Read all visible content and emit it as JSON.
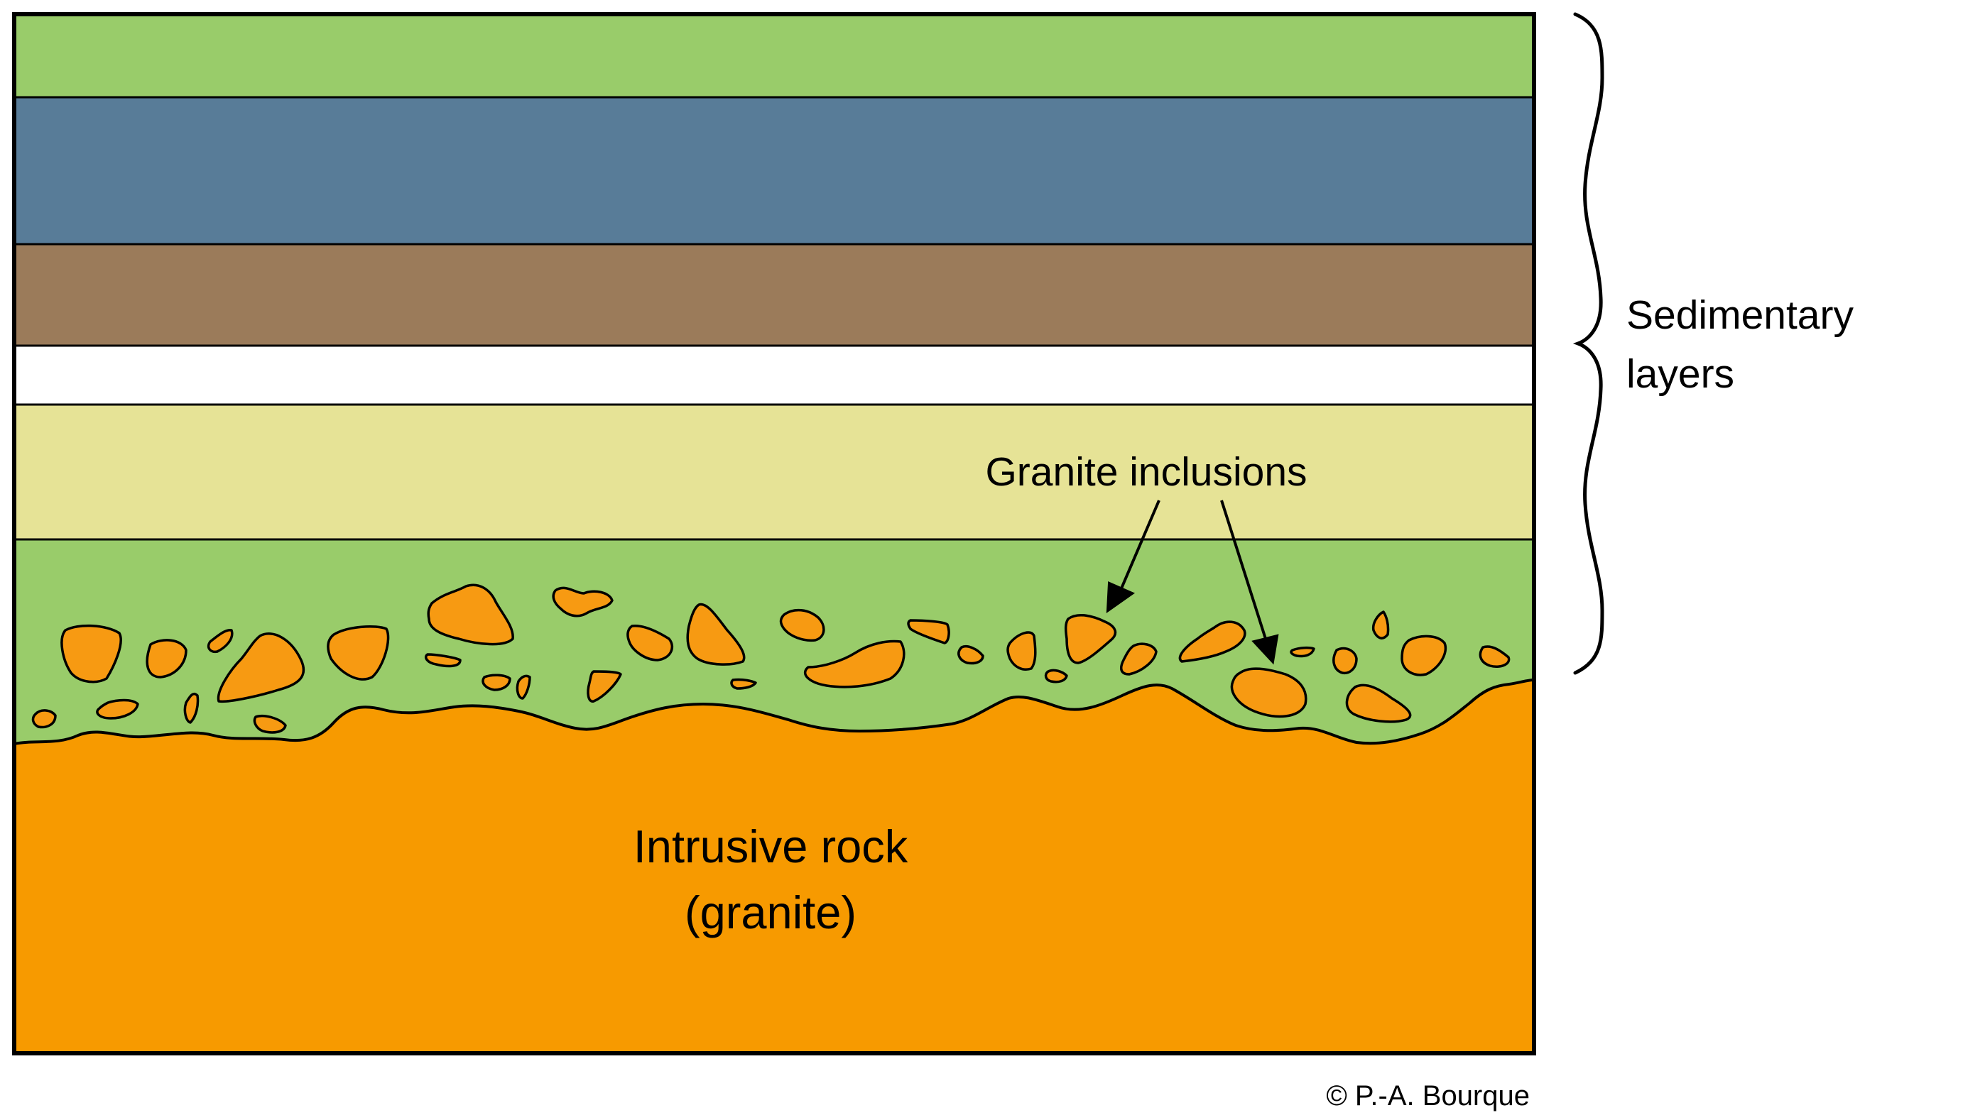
{
  "title": "Granite inclusions in sedimentary layers",
  "colors": {
    "green": "#99cc6a",
    "blue": "#587c98",
    "brown": "#9b7b5a",
    "white": "#ffffff",
    "cream": "#e6e396",
    "orange": "#f79a00",
    "outline": "#000000"
  },
  "labels": {
    "sedimentary_line1": "Sedimentary",
    "sedimentary_line2": "layers",
    "inclusions": "Granite inclusions",
    "intrusive_line1": "Intrusive rock",
    "intrusive_line2": "(granite)",
    "copyright": "© P.-A. Bourque"
  }
}
